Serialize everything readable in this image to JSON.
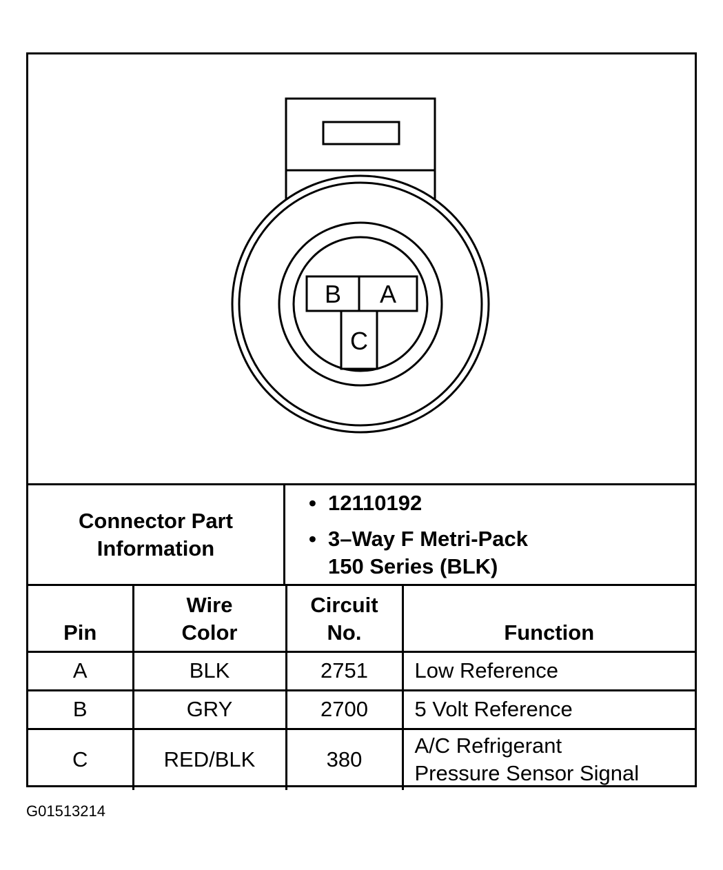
{
  "connector_face": {
    "pins": [
      "B",
      "A",
      "C"
    ]
  },
  "info": {
    "heading_line1": "Connector Part",
    "heading_line2": "Information",
    "bullet_symbol": "•",
    "part_number": "12110192",
    "type_line1": "3–Way F Metri-Pack",
    "type_line2": "150 Series (BLK)"
  },
  "table": {
    "headers": {
      "pin": "Pin",
      "wire_color_line1": "Wire",
      "wire_color_line2": "Color",
      "circuit_line1": "Circuit",
      "circuit_line2": "No.",
      "function": "Function"
    },
    "rows": [
      {
        "pin": "A",
        "wire_color": "BLK",
        "circuit": "2751",
        "function_line1": "Low Reference",
        "function_line2": ""
      },
      {
        "pin": "B",
        "wire_color": "GRY",
        "circuit": "2700",
        "function_line1": "5 Volt Reference",
        "function_line2": ""
      },
      {
        "pin": "C",
        "wire_color": "RED/BLK",
        "circuit": "380",
        "function_line1": "A/C Refrigerant",
        "function_line2": "Pressure Sensor Signal"
      }
    ]
  },
  "figure_id": "G01513214"
}
